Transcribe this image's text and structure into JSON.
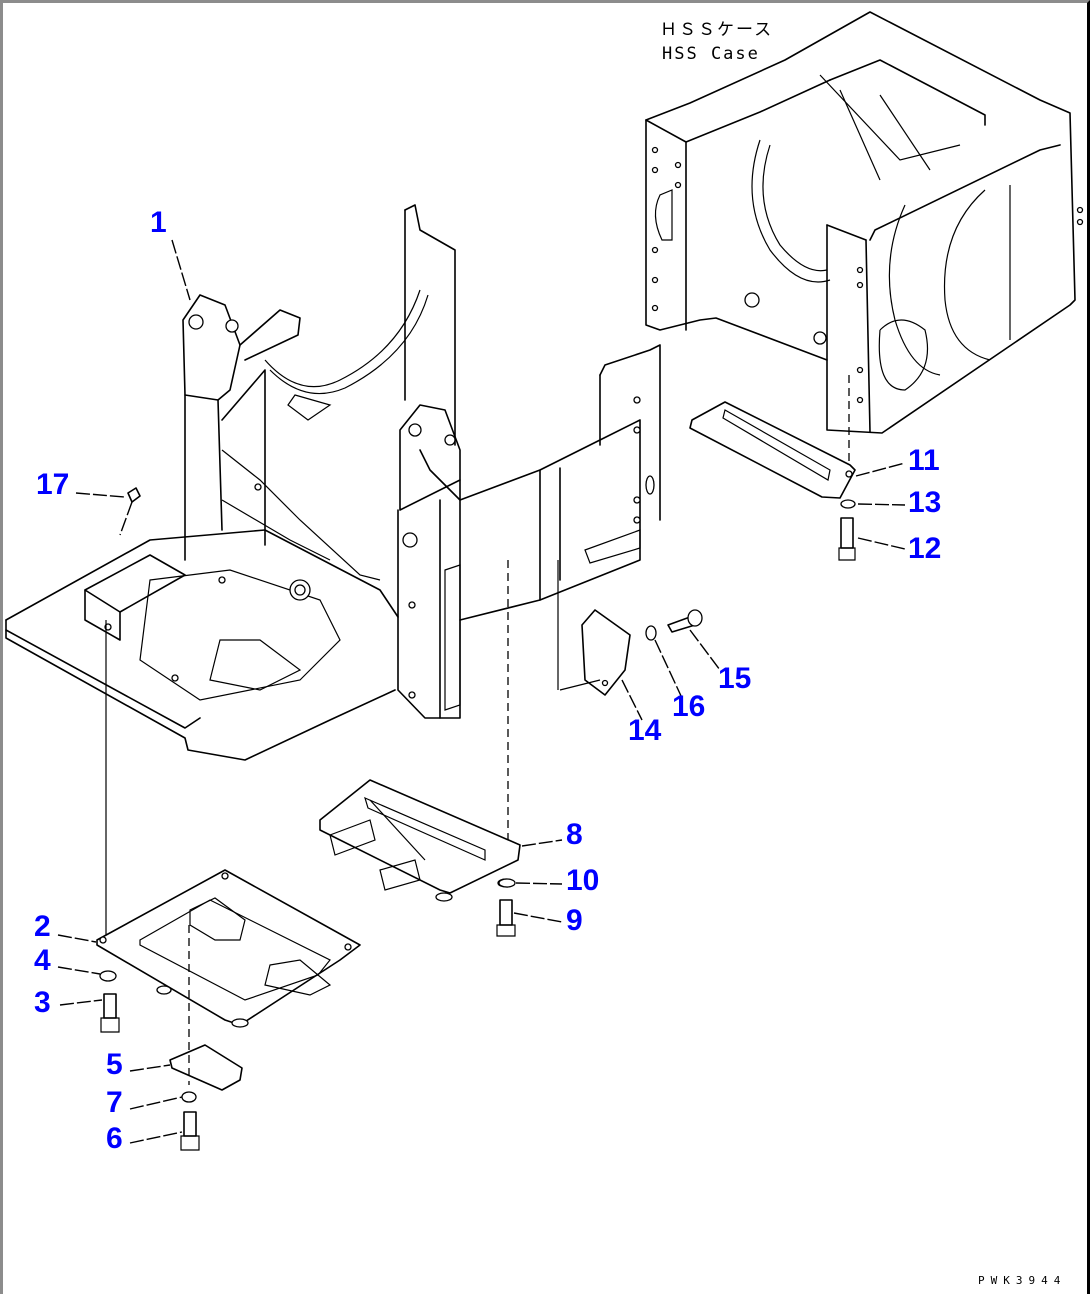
{
  "diagram": {
    "title_jp": "ＨＳＳケース",
    "title_en": "HSS Case",
    "drawing_code": "PWK3944",
    "callout_color": "#0000ff",
    "callouts": [
      {
        "id": "1",
        "label": "1",
        "part": "frame-mount-bracket"
      },
      {
        "id": "2",
        "label": "2",
        "part": "floor-cover-plate"
      },
      {
        "id": "3",
        "label": "3",
        "part": "bolt"
      },
      {
        "id": "4",
        "label": "4",
        "part": "washer"
      },
      {
        "id": "5",
        "label": "5",
        "part": "small-cover"
      },
      {
        "id": "6",
        "label": "6",
        "part": "bolt"
      },
      {
        "id": "7",
        "label": "7",
        "part": "washer"
      },
      {
        "id": "8",
        "label": "8",
        "part": "bracket-plate"
      },
      {
        "id": "9",
        "label": "9",
        "part": "bolt"
      },
      {
        "id": "10",
        "label": "10",
        "part": "washer"
      },
      {
        "id": "11",
        "label": "11",
        "part": "under-plate"
      },
      {
        "id": "12",
        "label": "12",
        "part": "bolt"
      },
      {
        "id": "13",
        "label": "13",
        "part": "washer"
      },
      {
        "id": "14",
        "label": "14",
        "part": "side-cover"
      },
      {
        "id": "15",
        "label": "15",
        "part": "bolt"
      },
      {
        "id": "16",
        "label": "16",
        "part": "washer"
      },
      {
        "id": "17",
        "label": "17",
        "part": "clip"
      }
    ]
  }
}
